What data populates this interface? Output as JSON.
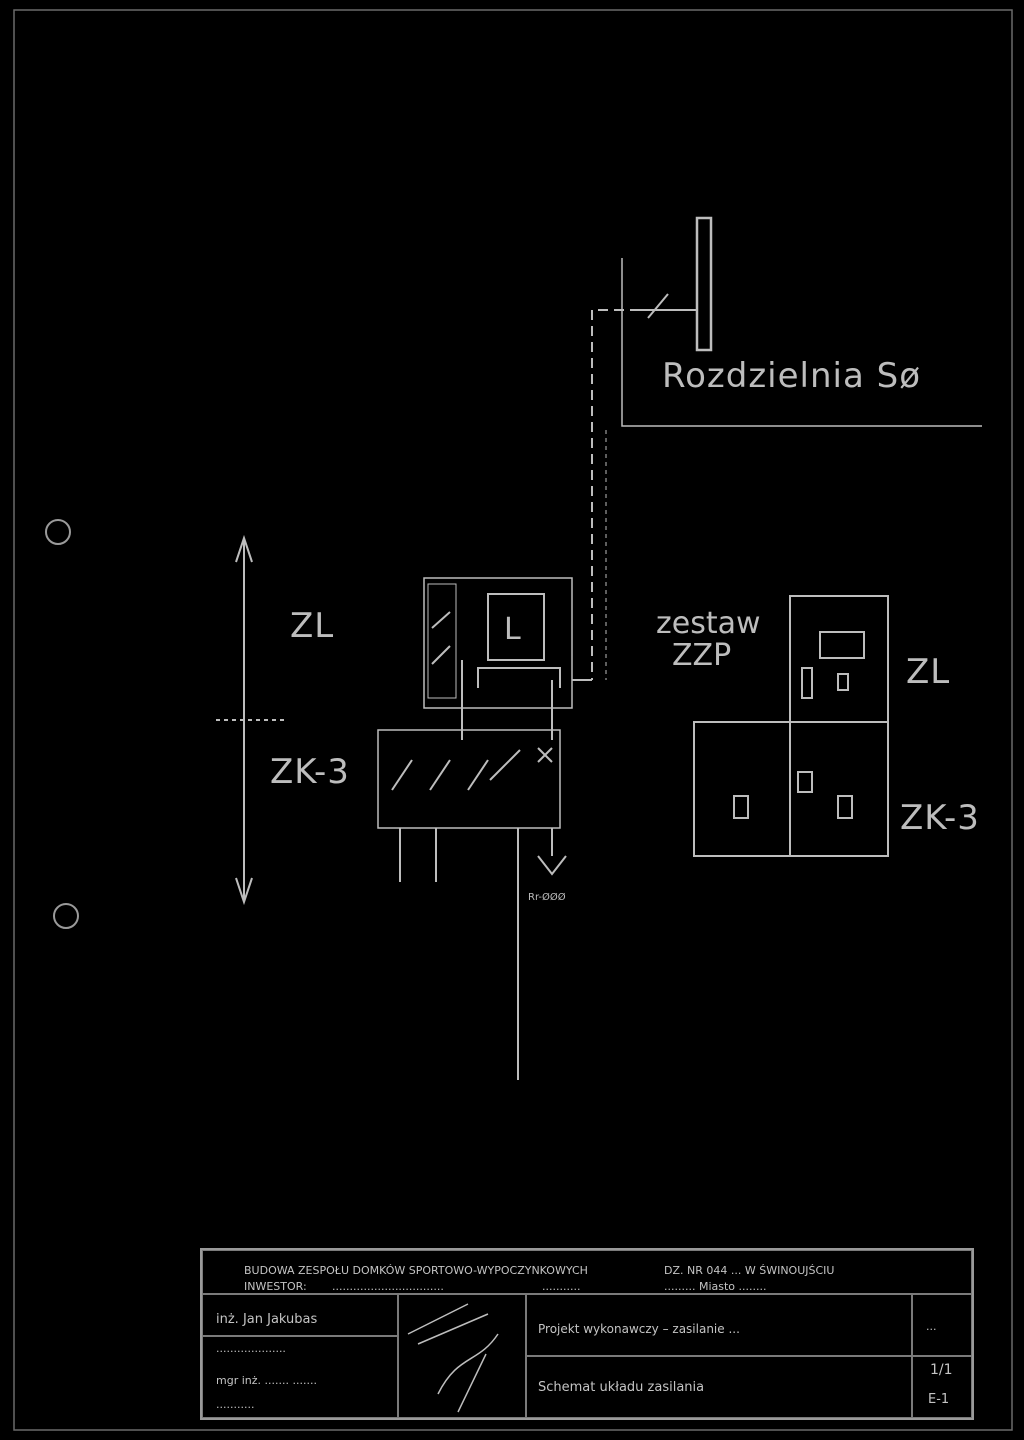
{
  "labels": {
    "rozdzielnia": "Rozdzielnia Sø",
    "zestaw": "zestaw",
    "zzp": "ZZP",
    "zl_left": "ZL",
    "zl_right": "ZL",
    "zk3_left": "ZK-3",
    "zk3_right": "ZK-3",
    "meter_letter": "L",
    "earth_tag": "Rr-ØØØ"
  },
  "title_block": {
    "row1_object": "BUDOWA ZESPOŁU DOMKÓW SPORTOWO-WYPOCZYNKOWYCH",
    "row1_location": "DZ. NR 044 ... W ŚWINOUJŚCIU",
    "row2_investor_label": "INWESTOR:",
    "row2_investor": "................................",
    "row2_contract_label": "...........",
    "row2_contract": "......... Miasto ........",
    "designer_name": "inż. Jan Jakubas",
    "designer_license": "....................",
    "checker_name": "mgr inż. ....... .......",
    "checker_license": "...........",
    "stage": "Projekt wykonawczy – zasilanie ...",
    "drawing_title": "Schemat układu zasilania",
    "scale": "...",
    "sheet": "1/1",
    "drawing_no": "E-1"
  }
}
